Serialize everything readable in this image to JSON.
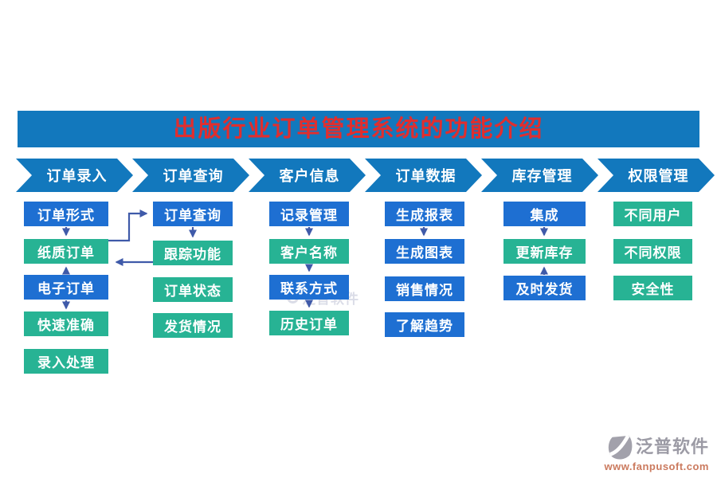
{
  "title": {
    "text": "出版行业订单管理系统的功能介绍",
    "bar_color": "#1278bd",
    "text_color": "#e02e2e"
  },
  "colors": {
    "stage_chevron": "#1278bd",
    "box_blue": "#1e6fd2",
    "box_teal": "#27b394",
    "connector": "#3f5aa9"
  },
  "columns": [
    {
      "header": "订单录入",
      "items": [
        {
          "label": "订单形式",
          "variant": "blue"
        },
        {
          "label": "纸质订单",
          "variant": "teal"
        },
        {
          "label": "电子订单",
          "variant": "blue"
        },
        {
          "label": "快速准确",
          "variant": "teal"
        },
        {
          "label": "录入处理",
          "variant": "teal"
        }
      ]
    },
    {
      "header": "订单查询",
      "items": [
        {
          "label": "订单查询",
          "variant": "blue"
        },
        {
          "label": "跟踪功能",
          "variant": "teal"
        },
        {
          "label": "订单状态",
          "variant": "teal"
        },
        {
          "label": "发货情况",
          "variant": "teal"
        }
      ]
    },
    {
      "header": "客户信息",
      "items": [
        {
          "label": "记录管理",
          "variant": "blue"
        },
        {
          "label": "客户名称",
          "variant": "teal"
        },
        {
          "label": "联系方式",
          "variant": "blue"
        },
        {
          "label": "历史订单",
          "variant": "teal"
        }
      ]
    },
    {
      "header": "订单数据",
      "items": [
        {
          "label": "生成报表",
          "variant": "blue"
        },
        {
          "label": "生成图表",
          "variant": "blue"
        },
        {
          "label": "销售情况",
          "variant": "blue"
        },
        {
          "label": "了解趋势",
          "variant": "blue"
        }
      ]
    },
    {
      "header": "库存管理",
      "items": [
        {
          "label": "集成",
          "variant": "blue"
        },
        {
          "label": "更新库存",
          "variant": "teal"
        },
        {
          "label": "及时发货",
          "variant": "blue"
        }
      ]
    },
    {
      "header": "权限管理",
      "items": [
        {
          "label": "不同用户",
          "variant": "teal"
        },
        {
          "label": "不同权限",
          "variant": "teal"
        },
        {
          "label": "安全性",
          "variant": "teal"
        }
      ]
    }
  ],
  "watermark": {
    "text": "泛普软件"
  },
  "logo": {
    "name": "泛普软件",
    "url": "www.fanpusoft.com"
  }
}
